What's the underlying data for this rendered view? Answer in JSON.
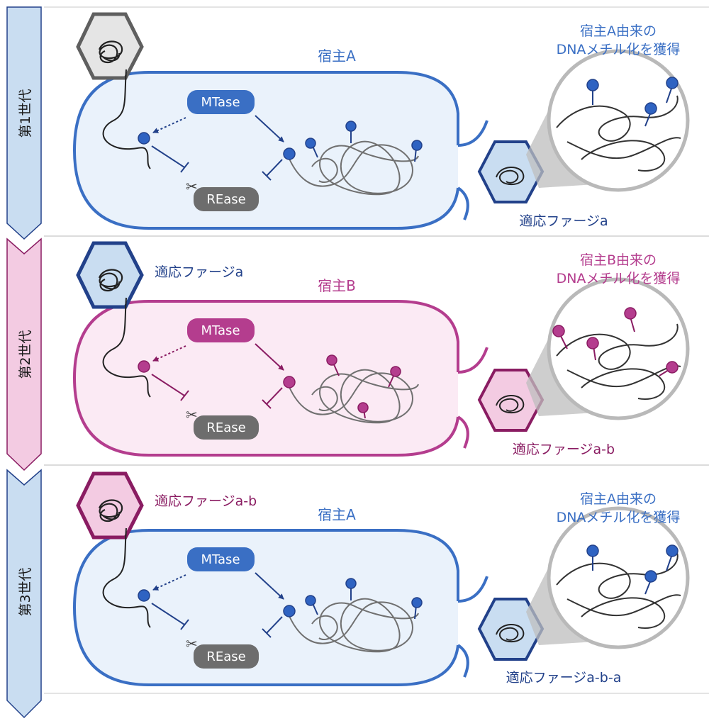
{
  "colors": {
    "blue": "#3a6fc4",
    "blue_dark": "#22418a",
    "blue_fill": "#eaf2fb",
    "blue_node": "#2f63c2",
    "magenta": "#b43d8e",
    "magenta_dark": "#8a1c62",
    "magenta_fill": "#fbeaf4",
    "gray_phage": "#5f5f5f",
    "gray_fill": "#e5e5e5",
    "rease_fill": "#6d6d6d",
    "arrow_blue": "#c9ddf1",
    "arrow_pink": "#f3cbe2"
  },
  "icons": {
    "phage": "hexagon-phage-icon",
    "methyl": "methyl-group-icon",
    "scissors": "scissors-icon",
    "magnifier": "magnified-dna-icon"
  },
  "generations": [
    {
      "label": "第1世代",
      "host_label": "宿主A",
      "mtase_label": "MTase",
      "rease_label": "REase",
      "incoming_phage_label": "",
      "outgoing_phage_label": "適応ファージa",
      "acquired_line1": "宿主A由来の",
      "acquired_line2": "DNAメチル化を獲得"
    },
    {
      "label": "第2世代",
      "host_label": "宿主B",
      "mtase_label": "MTase",
      "rease_label": "REase",
      "incoming_phage_label": "適応ファージa",
      "outgoing_phage_label": "適応ファージa-b",
      "acquired_line1": "宿主B由来の",
      "acquired_line2": "DNAメチル化を獲得"
    },
    {
      "label": "第3世代",
      "host_label": "宿主A",
      "mtase_label": "MTase",
      "rease_label": "REase",
      "incoming_phage_label": "適応ファージa-b",
      "outgoing_phage_label": "適応ファージa-b-a",
      "acquired_line1": "宿主A由来の",
      "acquired_line2": "DNAメチル化を獲得"
    }
  ]
}
